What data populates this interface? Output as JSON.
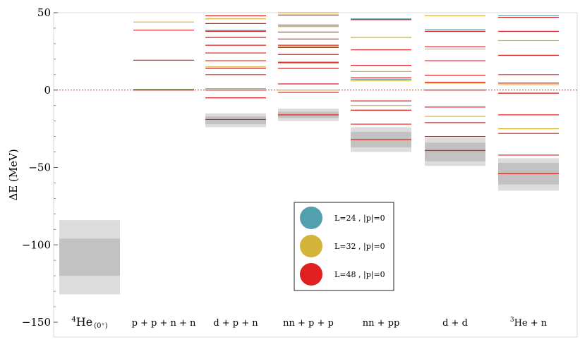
{
  "chart_data": {
    "type": "level-spectrum",
    "ylabel": "ΔE  (MeV)",
    "ylim": [
      -150,
      50
    ],
    "yticks": [
      50,
      0,
      -50,
      -100,
      -150
    ],
    "ytick_labels": [
      "50",
      "0",
      "−50",
      "−100",
      "−150"
    ],
    "zero_line_color": "#e03030",
    "categories": [
      {
        "key": "he4",
        "label_main": "4He",
        "label_sup": "4",
        "label_text": "He",
        "label_sub": "(0⁺)"
      },
      {
        "key": "ppnn",
        "label_main": "p + p + n + n"
      },
      {
        "key": "dpn",
        "label_main": "d + p + n"
      },
      {
        "key": "nnpp3",
        "label_main": "nn + p + p"
      },
      {
        "key": "nnpp",
        "label_main": "nn + pp"
      },
      {
        "key": "dd",
        "label_main": "d + d"
      },
      {
        "key": "he3n",
        "label_main": "3He + n",
        "label_sup": "3",
        "label_text": "He + n"
      }
    ],
    "bands": [
      {
        "category": 0,
        "outer": [
          -132,
          -84
        ],
        "inner": [
          -120,
          -96
        ]
      },
      {
        "category": 2,
        "outer": [
          -24,
          -15
        ],
        "inner": [
          -22,
          -17
        ]
      },
      {
        "category": 3,
        "outer": [
          -20,
          -12
        ],
        "inner": [
          -18,
          -14
        ]
      },
      {
        "category": 4,
        "outer": [
          -40,
          -24
        ],
        "inner": [
          -37,
          -27
        ]
      },
      {
        "category": 5,
        "outer": [
          -49,
          -31
        ],
        "inner": [
          -46,
          -34
        ]
      },
      {
        "category": 6,
        "outer": [
          -65,
          -44
        ],
        "inner": [
          -61,
          -47
        ]
      }
    ],
    "series": [
      {
        "name": "L=24 , |p|=0",
        "color": "#52a0ad",
        "levels": [
          [],
          [
            0.5
          ],
          [
            38.5
          ],
          [
            42,
            27.5,
            17.5
          ],
          [
            46,
            7
          ],
          [
            39
          ],
          [
            48,
            -2
          ]
        ]
      },
      {
        "name": "L=32 , |p|=0",
        "color": "#d4b43a",
        "levels": [
          [],
          [
            44,
            0.3
          ],
          [
            46,
            24,
            15,
            1
          ],
          [
            50,
            41,
            28,
            18,
            0
          ],
          [
            34,
            12,
            6,
            -10,
            -32
          ],
          [
            48,
            26.5,
            4.5,
            -17,
            -40
          ],
          [
            32,
            3.5,
            -25,
            -54
          ]
        ]
      },
      {
        "name": "L=48 , |p|=0",
        "color": "#e02020",
        "levels": [
          [],
          [
            38.7,
            19.3,
            0
          ],
          [
            48,
            43,
            38,
            34,
            29,
            24,
            19,
            14,
            10,
            0,
            -5,
            -19
          ],
          [
            48.5,
            42,
            37.5,
            33,
            29,
            27.5,
            23,
            18,
            14,
            4,
            -1.5,
            -16
          ],
          [
            45.5,
            26,
            16,
            8,
            -7,
            -13,
            -22,
            -32
          ],
          [
            38,
            28,
            19,
            9.5,
            5,
            0,
            -11,
            -21,
            -30,
            -39
          ],
          [
            47,
            38,
            22.5,
            10,
            4.5,
            -2,
            -16,
            -28,
            -42,
            -54
          ]
        ]
      }
    ],
    "legend": {
      "entries": [
        {
          "label": "L=24 , |p|=0",
          "color": "#52a0ad"
        },
        {
          "label": "L=32 , |p|=0",
          "color": "#d4b43a"
        },
        {
          "label": "L=48 , |p|=0",
          "color": "#e02020"
        }
      ],
      "placement": "center-right"
    }
  }
}
